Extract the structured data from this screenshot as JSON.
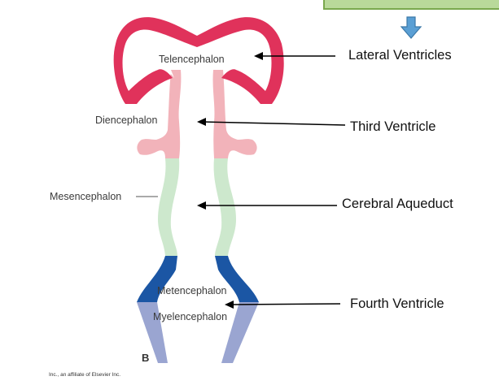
{
  "regions": {
    "telencephalon": "Telencephalon",
    "diencephalon": "Diencephalon",
    "mesencephalon": "Mesencephalon",
    "metencephalon": "Metencephalon",
    "myelencephalon": "Myelencephalon"
  },
  "ventricles": {
    "lateral": "Lateral Ventricles",
    "third": "Third Ventricle",
    "aqueduct": "Cerebral Aqueduct",
    "fourth": "Fourth Ventricle"
  },
  "panel_letter": "B",
  "credit": "Inc., an affiliate of Elsevier Inc.",
  "colors": {
    "telencephalon": "#e0325b",
    "diencephalon": "#f2b3ba",
    "mesencephalon": "#cde8cd",
    "metencephalon": "#1b56a4",
    "myelencephalon": "#9aa5d1",
    "callout_fill": "#b9d99a",
    "down_arrow": "#5a9fd4"
  }
}
